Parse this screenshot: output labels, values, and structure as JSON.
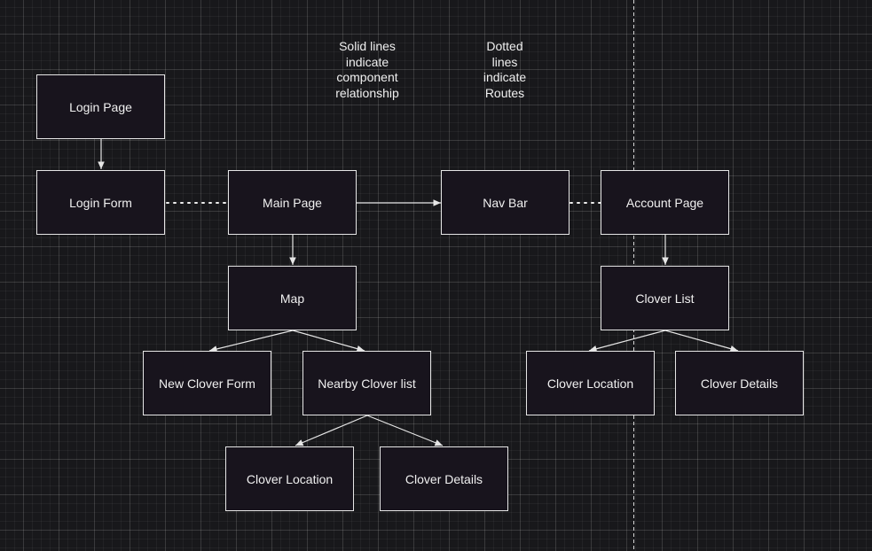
{
  "diagram": {
    "notes": {
      "solid": "Solid lines\nindicate\ncomponent\nrelationship",
      "dotted": "Dotted\nlines\nindicate\nRoutes"
    },
    "nodes": {
      "login_page": "Login Page",
      "login_form": "Login Form",
      "main_page": "Main Page",
      "nav_bar": "Nav Bar",
      "account_page": "Account Page",
      "map": "Map",
      "clover_list": "Clover List",
      "new_clover_form": "New Clover Form",
      "nearby_clover_list": "Nearby Clover list",
      "clover_location_right": "Clover Location",
      "clover_details_right": "Clover Details",
      "clover_location_bottom": "Clover Location",
      "clover_details_bottom": "Clover Details"
    },
    "edges": [
      {
        "from": "login_page",
        "to": "login_form",
        "style": "solid"
      },
      {
        "from": "login_form",
        "to": "main_page",
        "style": "dotted"
      },
      {
        "from": "main_page",
        "to": "nav_bar",
        "style": "solid"
      },
      {
        "from": "nav_bar",
        "to": "account_page",
        "style": "dotted"
      },
      {
        "from": "main_page",
        "to": "map",
        "style": "solid"
      },
      {
        "from": "account_page",
        "to": "clover_list",
        "style": "solid"
      },
      {
        "from": "map",
        "to": "new_clover_form",
        "style": "solid"
      },
      {
        "from": "map",
        "to": "nearby_clover_list",
        "style": "solid"
      },
      {
        "from": "clover_list",
        "to": "clover_location_right",
        "style": "solid"
      },
      {
        "from": "clover_list",
        "to": "clover_details_right",
        "style": "solid"
      },
      {
        "from": "nearby_clover_list",
        "to": "clover_location_bottom",
        "style": "solid"
      },
      {
        "from": "nearby_clover_list",
        "to": "clover_details_bottom",
        "style": "solid"
      }
    ],
    "colors": {
      "background": "#18181b",
      "node_fill": "#18141d",
      "stroke": "#e6e6e6",
      "text": "#f0f0f0"
    }
  }
}
